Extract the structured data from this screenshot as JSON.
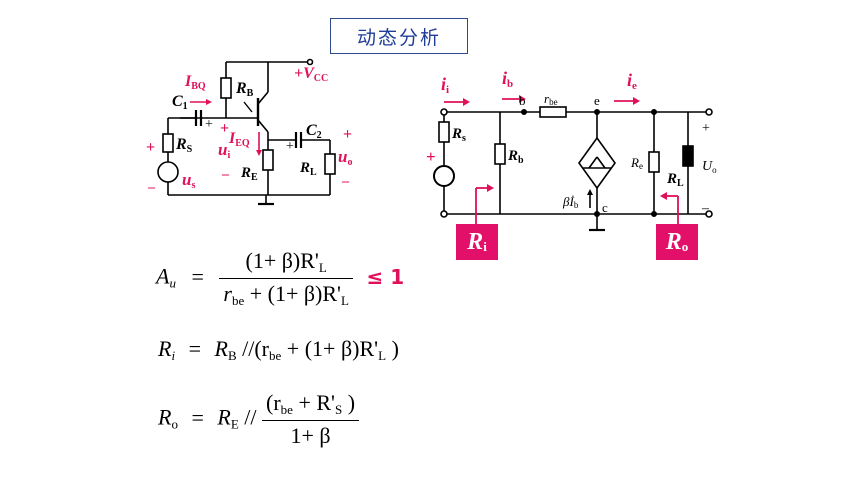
{
  "title": "动态分析",
  "left_circuit": {
    "labels": {
      "IBQ": "I",
      "IBQ_sub": "BQ",
      "RB": "R",
      "RB_sub": "B",
      "VCC": "+V",
      "VCC_sub": "CC",
      "C1": "C",
      "C1_sub": "1",
      "C2": "C",
      "C2_sub": "2",
      "IEQ": "I",
      "IEQ_sub": "EQ",
      "RS": "R",
      "RS_sub": "S",
      "ui": "u",
      "ui_sub": "i",
      "RE": "R",
      "RE_sub": "E",
      "RL": "R",
      "RL_sub": "L",
      "uo": "u",
      "uo_sub": "o",
      "us": "u",
      "us_sub": "s",
      "plus": "+",
      "minus": "–"
    }
  },
  "right_circuit": {
    "labels": {
      "ii": "i",
      "ii_sub": "i",
      "ib": "i",
      "ib_sub": "b",
      "ie": "i",
      "ie_sub": "e",
      "node_b": "b",
      "node_e": "e",
      "node_c": "c",
      "rbe": "r",
      "rbe_sub": "be",
      "Rs": "R",
      "Rs_sub": "s",
      "Rb": "R",
      "Rb_sub": "b",
      "Re": "R",
      "Re_sub": "e",
      "RL": "R",
      "RL_sub": "L",
      "Uo": "U",
      "Uo_sub": "o",
      "betaIb": "βİ",
      "betaIb_sub": "b",
      "plus": "+",
      "minus": "–"
    },
    "Ri": {
      "main": "R",
      "sub": "i"
    },
    "Ro": {
      "main": "R",
      "sub": "o"
    }
  },
  "formulas": {
    "Au": {
      "lhs": "A",
      "lhs_sub": "u",
      "eq": "=",
      "num": "(1+ β)R'",
      "num_sub": "L",
      "den_a": "r",
      "den_a_sub": "be",
      "den_b": " + (1+ β)R'",
      "den_b_sub": "L",
      "rel": "≤ 1"
    },
    "Ri": {
      "lhs": "R",
      "lhs_sub": "i",
      "eq": "=",
      "t1": "R",
      "t1_sub": "B",
      "t2": " //(r",
      "t2_sub": "be",
      "t3": " + (1+ β)R'",
      "t3_sub": "L",
      "t4": " )"
    },
    "Ro": {
      "lhs": "R",
      "lhs_sub": "o",
      "eq": "=",
      "t1": "R",
      "t1_sub": "E",
      "t2": " //",
      "num_a": "(r",
      "num_a_sub": "be",
      "num_b": " + R'",
      "num_b_sub": "S",
      "num_c": " )",
      "den": "1+ β"
    }
  }
}
